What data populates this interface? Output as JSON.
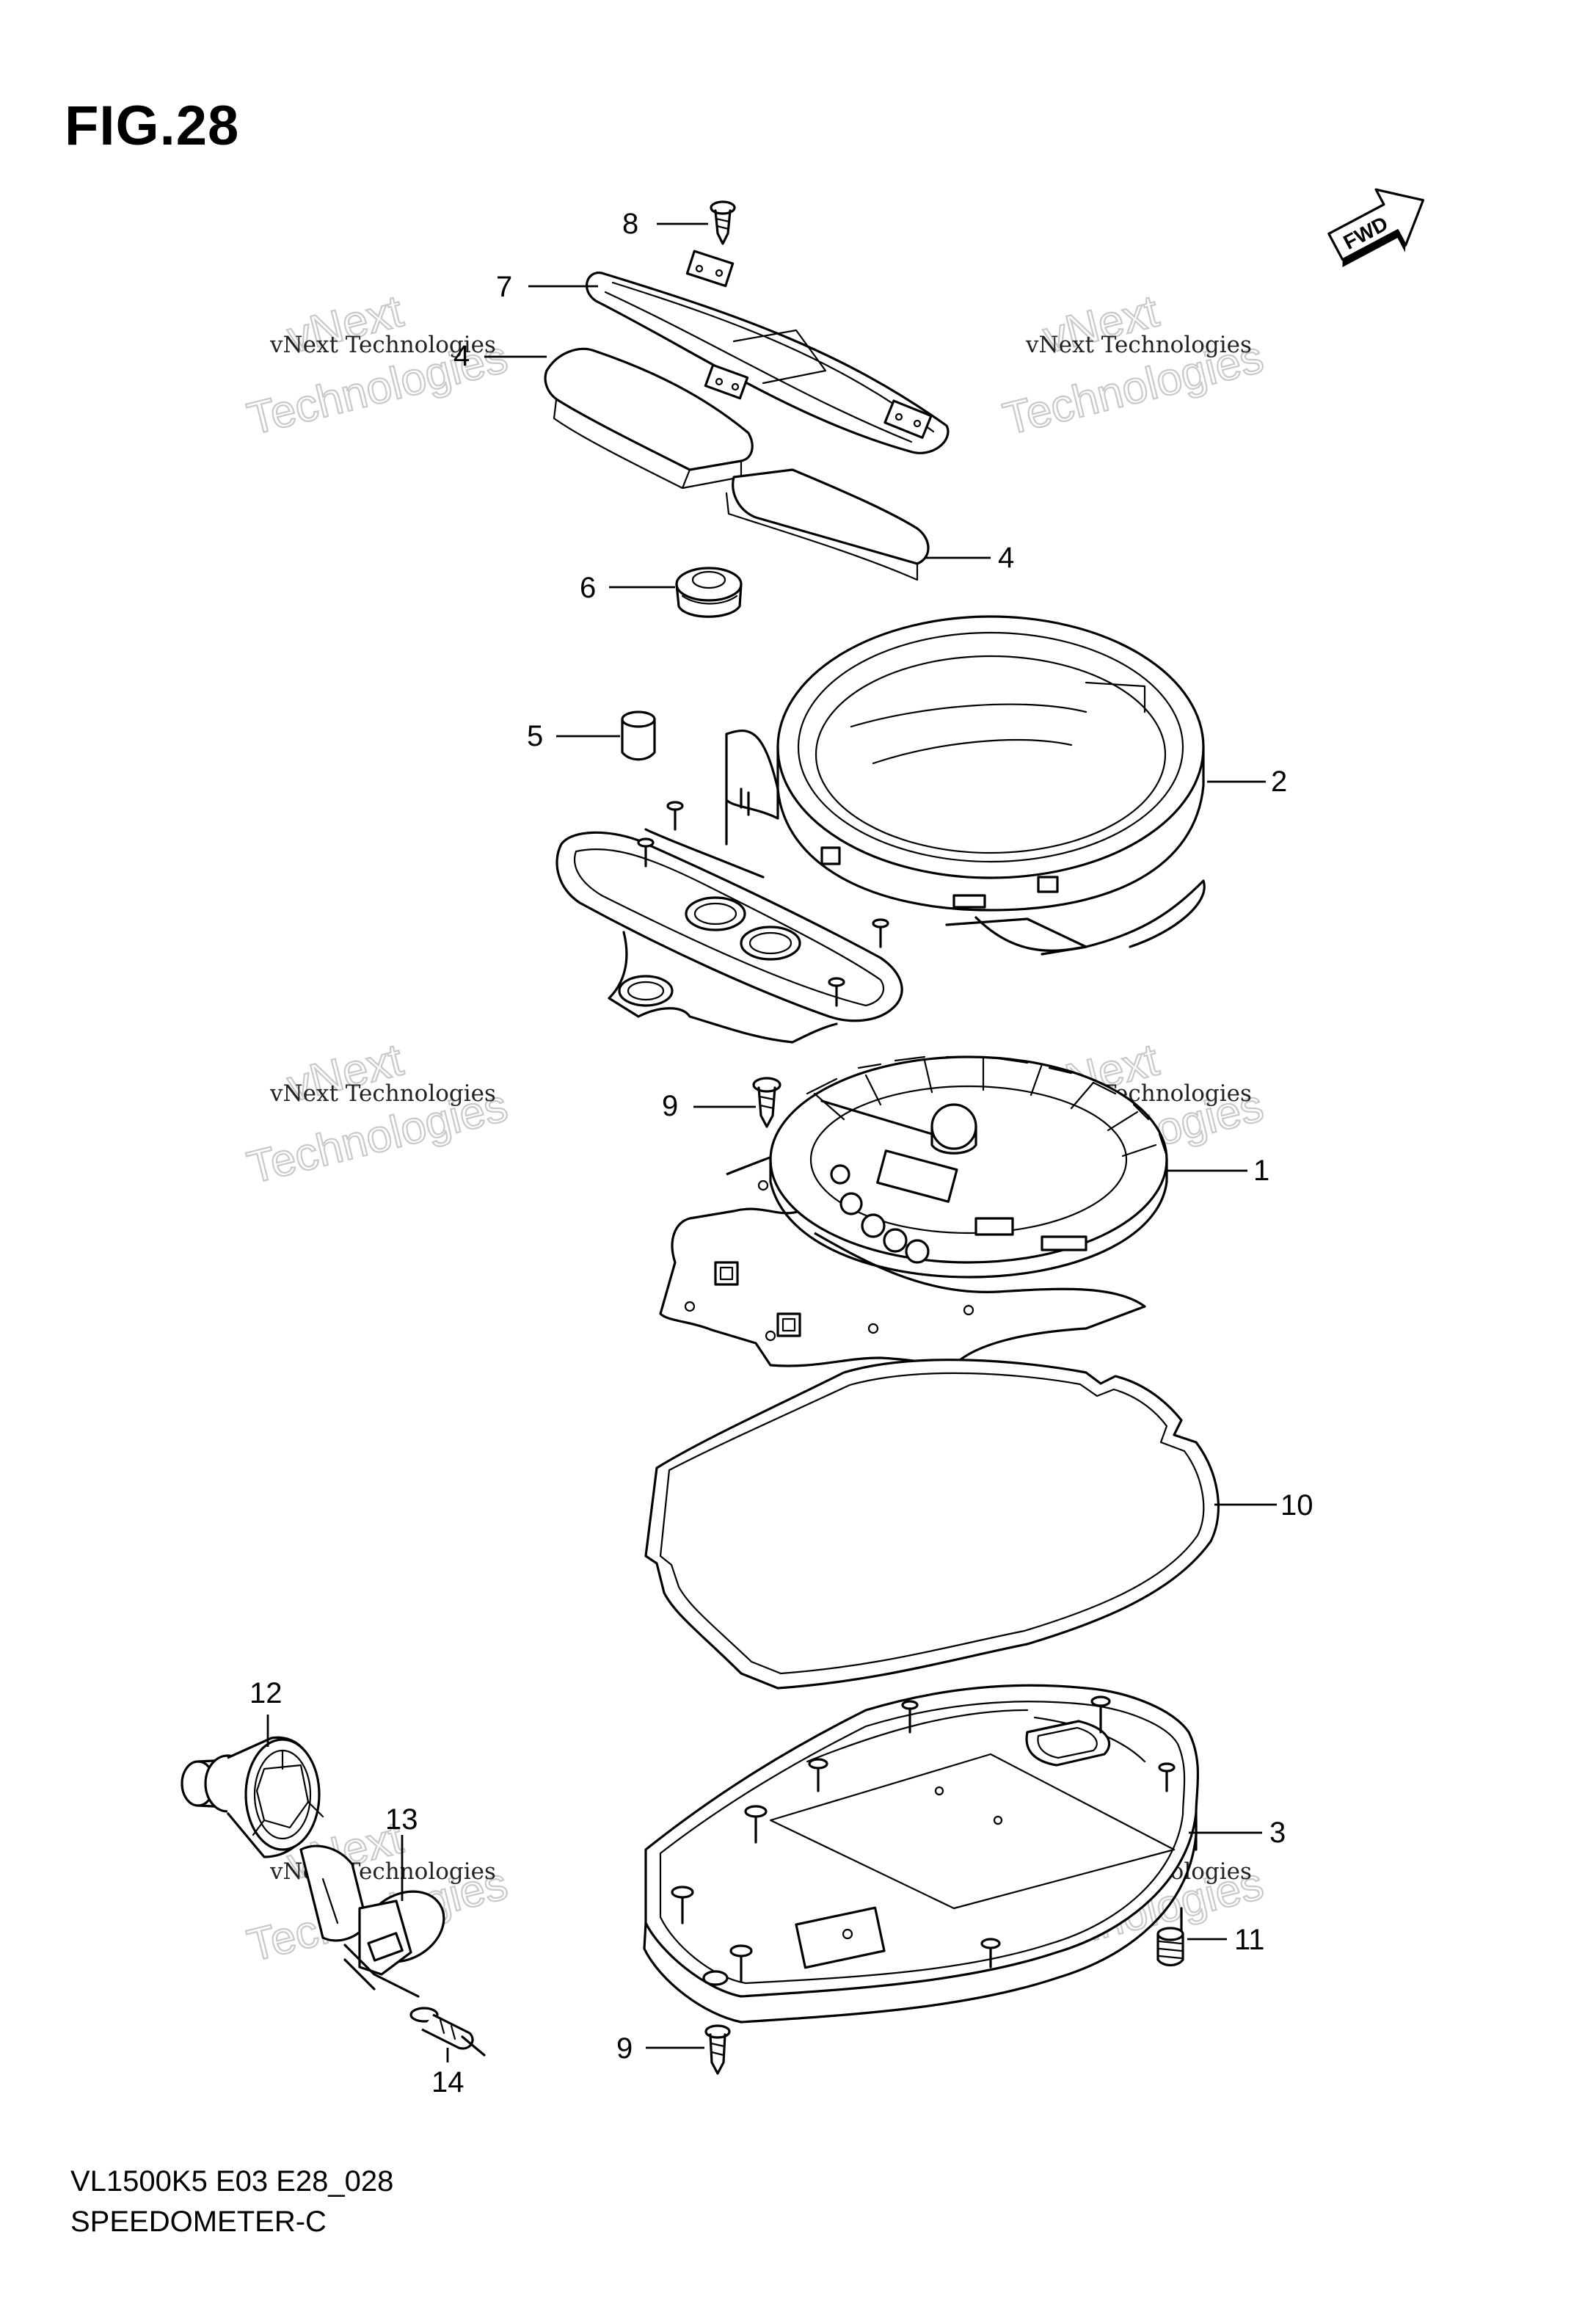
{
  "figure": {
    "title": "FIG.28",
    "model_code": "VL1500K5 E03 E28_028",
    "diagram_name": "SPEEDOMETER-C"
  },
  "fwd_label": "FWD",
  "watermark": {
    "line_small": "vNext Technologies",
    "line_big_top": "vNext",
    "line_big_bottom": "Technologies"
  },
  "parts": [
    {
      "id": "8a",
      "label": "8"
    },
    {
      "id": "7",
      "label": "7"
    },
    {
      "id": "4a",
      "label": "4"
    },
    {
      "id": "4b",
      "label": "4"
    },
    {
      "id": "6",
      "label": "6"
    },
    {
      "id": "5",
      "label": "5"
    },
    {
      "id": "2",
      "label": "2"
    },
    {
      "id": "9a",
      "label": "9"
    },
    {
      "id": "1",
      "label": "1"
    },
    {
      "id": "10",
      "label": "10"
    },
    {
      "id": "12",
      "label": "12"
    },
    {
      "id": "13",
      "label": "13"
    },
    {
      "id": "3",
      "label": "3"
    },
    {
      "id": "11",
      "label": "11"
    },
    {
      "id": "9b",
      "label": "9"
    },
    {
      "id": "14",
      "label": "14"
    }
  ]
}
